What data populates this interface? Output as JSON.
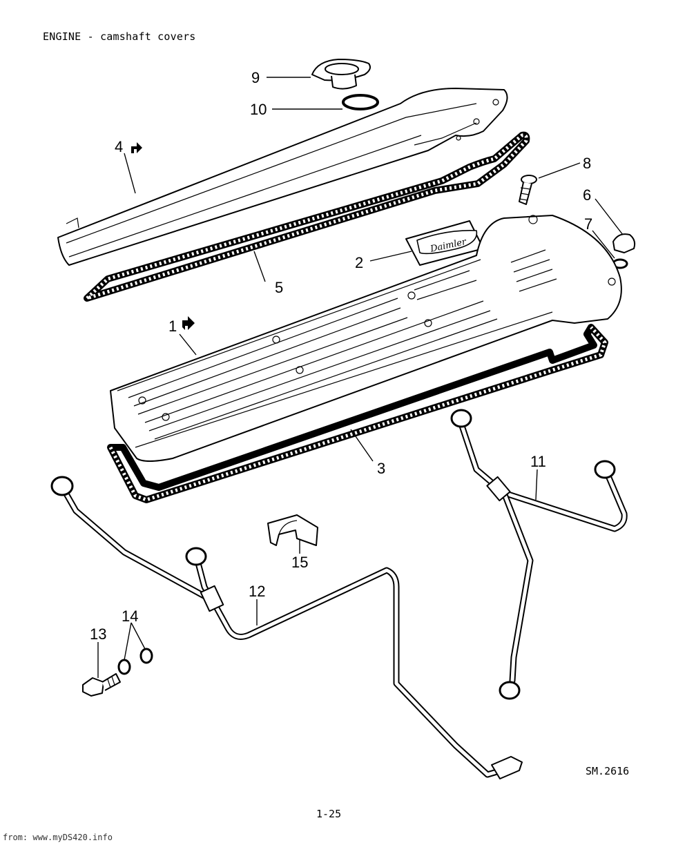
{
  "header": {
    "title": "ENGINE - camshaft covers"
  },
  "drawing_ref": "SM.2616",
  "page_number": "1-25",
  "footer": {
    "source": "from: www.myDS420.info"
  },
  "part_callouts": [
    "1",
    "2",
    "3",
    "4",
    "5",
    "6",
    "7",
    "8",
    "9",
    "10",
    "11",
    "12",
    "13",
    "14",
    "15"
  ],
  "plaque": {
    "text": "Daimler"
  },
  "icons": {
    "callout_1": "arrow-right-turn-icon",
    "callout_4": "arrow-left-turn-icon"
  }
}
